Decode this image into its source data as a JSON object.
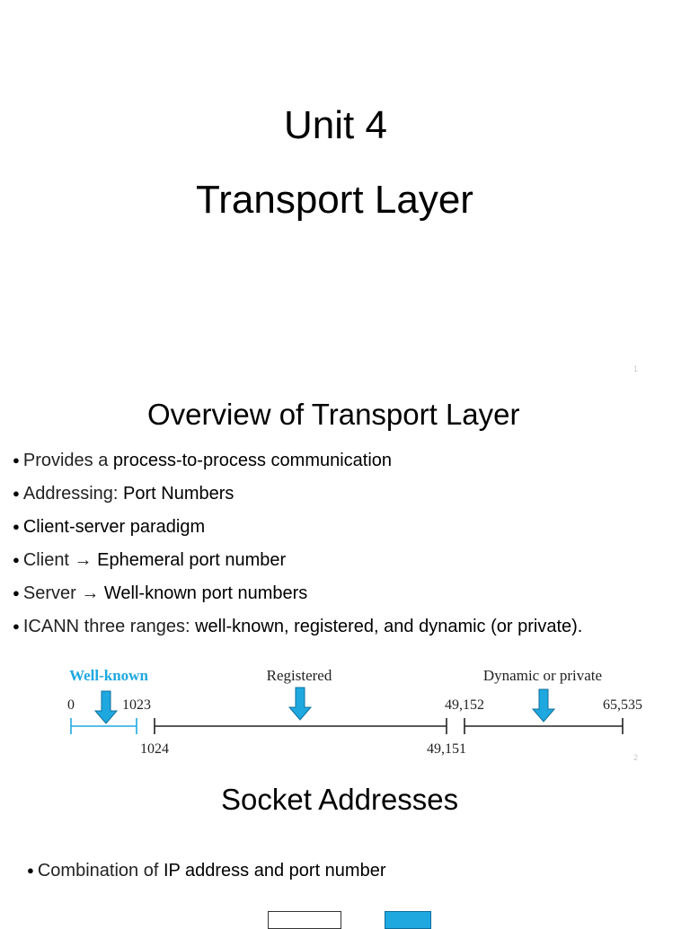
{
  "slide1": {
    "title_line1": "Unit 4",
    "title_line2": "Transport Layer",
    "page_number": "1"
  },
  "slide2": {
    "heading": "Overview of Transport Layer",
    "bullets": [
      {
        "prefix": "Provides a ",
        "emphasis": "process-to-process communication"
      },
      {
        "prefix": "Addressing: ",
        "emphasis": "Port Numbers"
      },
      {
        "prefix": "",
        "emphasis": "Client-server paradigm"
      },
      {
        "prefix": "Client → ",
        "emphasis": "Ephemeral port number"
      },
      {
        "prefix": "Server → ",
        "emphasis": "Well-known port numbers"
      },
      {
        "prefix": "ICANN three ranges: ",
        "emphasis": "well-known, registered, and dynamic (or private)."
      }
    ],
    "diagram": {
      "ranges": [
        {
          "label": "Well-known",
          "start": 0,
          "end": 1023,
          "color": "#1fa8e0"
        },
        {
          "label": "Registered",
          "start": 1024,
          "end": 49151,
          "color": "#222222"
        },
        {
          "label": "Dynamic or private",
          "start": 49152,
          "end": 65535,
          "color": "#222222"
        }
      ],
      "tick_labels": {
        "zero": "0",
        "v1023": "1023",
        "v1024": "1024",
        "v49151": "49,151",
        "v49152": "49,152",
        "v65535": "65,535"
      },
      "arrow_color": "#1fa8e0"
    },
    "page_number": "2"
  },
  "slide3": {
    "heading": "Socket Addresses",
    "bullets": [
      {
        "prefix": "Combination of ",
        "emphasis": "IP address and port number"
      }
    ]
  }
}
